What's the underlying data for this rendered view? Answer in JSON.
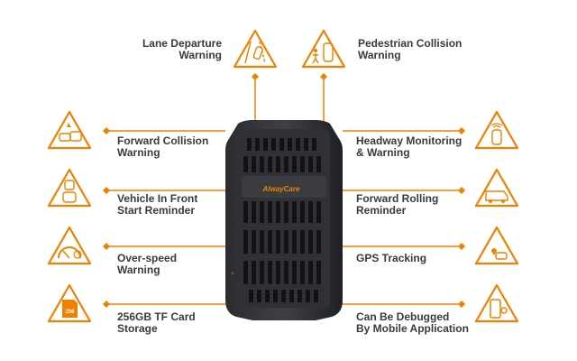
{
  "brand": "AlwayCare",
  "accent_color": "#f08000",
  "features": {
    "lane_departure": {
      "label_line1": "Lane Departure",
      "label_line2": "Warning",
      "icon": "lane-departure-icon"
    },
    "pedestrian_collision": {
      "label_line1": "Pedestrian Collision",
      "label_line2": "Warning",
      "icon": "pedestrian-collision-icon"
    },
    "forward_collision": {
      "label_line1": "Forward Collision",
      "label_line2": "Warning",
      "icon": "forward-collision-icon"
    },
    "headway_monitoring": {
      "label_line1": "Headway Monitoring",
      "label_line2": "& Warning",
      "icon": "headway-monitoring-icon"
    },
    "vehicle_front_start": {
      "label_line1": "Vehicle In Front",
      "label_line2": "Start Reminder",
      "icon": "vehicle-start-icon"
    },
    "forward_rolling": {
      "label_line1": "Forward Rolling",
      "label_line2": "Reminder",
      "icon": "forward-rolling-icon"
    },
    "over_speed": {
      "label_line1": "Over-speed",
      "label_line2": "Warning",
      "icon": "speedometer-icon"
    },
    "gps_tracking": {
      "label_line1": "GPS Tracking",
      "label_line2": "",
      "icon": "gps-icon"
    },
    "tf_card": {
      "label_line1": "256GB TF Card",
      "label_line2": "Storage",
      "card_text": "256",
      "icon": "sd-card-icon"
    },
    "mobile_debug": {
      "label_line1": "Can Be Debugged",
      "label_line2": "By Mobile Application",
      "icon": "mobile-app-icon"
    }
  }
}
